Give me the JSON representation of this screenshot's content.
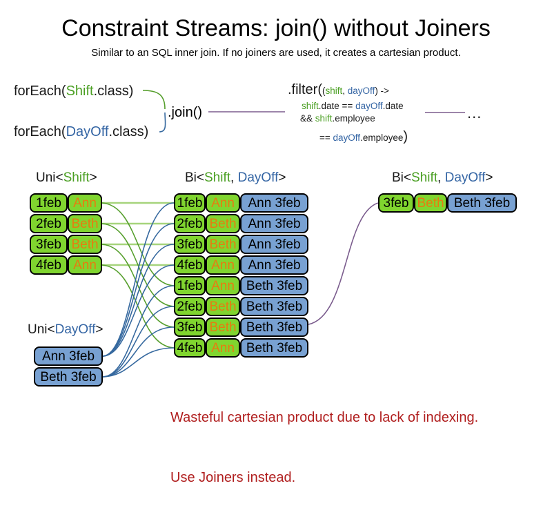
{
  "title": "Constraint Streams: join() without Joiners",
  "subtitle": "Similar to an SQL inner join. If no joiners are used, it creates a cartesian product.",
  "code": {
    "foreach_shift": [
      "forEach(",
      "Shift",
      ".class)"
    ],
    "foreach_dayoff": [
      "forEach(",
      "DayOff",
      ".class)"
    ],
    "join_label": ".join()",
    "filter_line1": [
      ".filter(",
      "(",
      "shift",
      ", ",
      "dayOff",
      ") ->"
    ],
    "filter_line2": [
      "shift",
      ".date == ",
      "dayOff",
      ".date"
    ],
    "filter_line3": [
      "&& ",
      "shift",
      ".employee"
    ],
    "filter_line4": [
      "== ",
      "dayOff",
      ".employee",
      ")"
    ],
    "ellipsis": "..."
  },
  "headers": {
    "uni_shift": [
      "Uni<",
      "Shift",
      ">"
    ],
    "bi_mid": [
      "Bi<",
      "Shift",
      ", ",
      "DayOff",
      ">"
    ],
    "bi_right": [
      "Bi<",
      "Shift",
      ", ",
      "DayOff",
      ">"
    ],
    "uni_dayoff": [
      "Uni<",
      "DayOff",
      ">"
    ]
  },
  "tables": {
    "uni_shift_rows": [
      {
        "date": "1feb",
        "employee": "Ann"
      },
      {
        "date": "2feb",
        "employee": "Beth"
      },
      {
        "date": "3feb",
        "employee": "Beth"
      },
      {
        "date": "4feb",
        "employee": "Ann"
      }
    ],
    "bi_rows": [
      {
        "date": "1feb",
        "employee": "Ann",
        "dayoff": "Ann 3feb"
      },
      {
        "date": "2feb",
        "employee": "Beth",
        "dayoff": "Ann 3feb"
      },
      {
        "date": "3feb",
        "employee": "Beth",
        "dayoff": "Ann 3feb"
      },
      {
        "date": "4feb",
        "employee": "Ann",
        "dayoff": "Ann 3feb"
      },
      {
        "date": "1feb",
        "employee": "Ann",
        "dayoff": "Beth 3feb"
      },
      {
        "date": "2feb",
        "employee": "Beth",
        "dayoff": "Beth 3feb"
      },
      {
        "date": "3feb",
        "employee": "Beth",
        "dayoff": "Beth 3feb"
      },
      {
        "date": "4feb",
        "employee": "Ann",
        "dayoff": "Beth 3feb"
      }
    ],
    "bi_right_rows": [
      {
        "date": "3feb",
        "employee": "Beth",
        "dayoff": "Beth 3feb"
      }
    ],
    "uni_dayoff_rows": [
      {
        "label": "Ann 3feb"
      },
      {
        "label": "Beth 3feb"
      }
    ]
  },
  "connections": {
    "shift_to_bi": [
      [
        0,
        0
      ],
      [
        1,
        1
      ],
      [
        2,
        2
      ],
      [
        3,
        3
      ],
      [
        0,
        4
      ],
      [
        1,
        5
      ],
      [
        2,
        6
      ],
      [
        3,
        7
      ]
    ],
    "dayoff_to_bi": [
      [
        0,
        0
      ],
      [
        0,
        1
      ],
      [
        0,
        2
      ],
      [
        0,
        3
      ],
      [
        1,
        4
      ],
      [
        1,
        5
      ],
      [
        1,
        6
      ],
      [
        1,
        7
      ]
    ],
    "bi_to_result": [
      [
        6,
        0
      ]
    ]
  },
  "warning": [
    "Wasteful cartesian product due to lack of indexing.",
    "Use Joiners instead."
  ],
  "colors": {
    "box_green": "#80d52f",
    "box_blue": "#78a1d2",
    "text_orange": "#e87a10",
    "text_green": "#4a9f22",
    "text_blue": "#3465a4",
    "line_green_dark": "#569f2d",
    "line_green_light": "#a6d47c",
    "line_blue": "#36699f",
    "line_purple": "#7b5d8e",
    "warning_red": "#b01e1e"
  }
}
